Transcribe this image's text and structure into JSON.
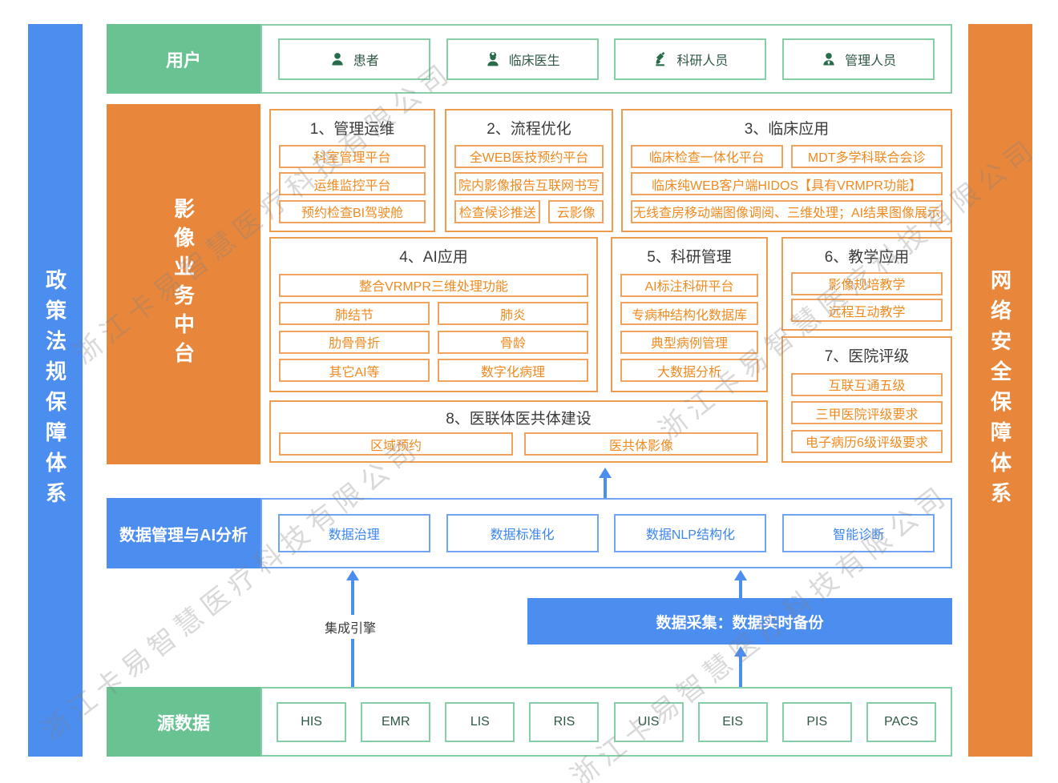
{
  "watermark": {
    "text": "浙江卡易智慧医疗科技有限公司"
  },
  "colors": {
    "green": "#68C291",
    "green_border": "#85CEA8",
    "green_dark": "#2E5744",
    "orange": "#E8873B",
    "orange_border": "#ED9C52",
    "orange_text": "#F08A1F",
    "blue": "#4C8DF0",
    "blue_border": "#6FA4F2",
    "blue_text": "#3D86EE",
    "title_text": "#3B3B3B"
  },
  "left_bar": {
    "label": "政策法规保障体系"
  },
  "right_bar": {
    "label": "网络安全保障体系"
  },
  "users_row": {
    "label": "用户",
    "items": [
      {
        "icon": "patient-icon",
        "label": "患者"
      },
      {
        "icon": "doctor-icon",
        "label": "临床医生"
      },
      {
        "icon": "microscope-icon",
        "label": "科研人员"
      },
      {
        "icon": "manager-icon",
        "label": "管理人员"
      }
    ]
  },
  "platform": {
    "label": "影像业务中台",
    "sections": {
      "s1": {
        "title": "1、管理运维",
        "items": [
          "科室管理平台",
          "运维监控平台",
          "预约检查BI驾驶舱"
        ]
      },
      "s2": {
        "title": "2、流程优化",
        "items": [
          "全WEB医技预约平台",
          "院内影像报告互联网书写",
          "检查候诊推送",
          "云影像"
        ]
      },
      "s3": {
        "title": "3、临床应用",
        "items": [
          "临床检查一体化平台",
          "MDT多学科联合会诊",
          "临床纯WEB客户端HIDOS【具有VRMPR功能】",
          "无线查房移动端图像调阅、三维处理；AI结果图像展示"
        ]
      },
      "s4": {
        "title": "4、AI应用",
        "items": [
          "整合VRMPR三维处理功能",
          "肺结节",
          "肺炎",
          "肋骨骨折",
          "骨龄",
          "其它AI等",
          "数字化病理"
        ]
      },
      "s5": {
        "title": "5、科研管理",
        "items": [
          "AI标注科研平台",
          "专病种结构化数据库",
          "典型病例管理",
          "大数据分析"
        ]
      },
      "s6": {
        "title": "6、教学应用",
        "items": [
          "影像规培教学",
          "远程互动教学"
        ]
      },
      "s7": {
        "title": "7、医院评级",
        "items": [
          "互联互通五级",
          "三甲医院评级要求",
          "电子病历6级评级要求"
        ]
      },
      "s8": {
        "title": "8、医联体医共体建设",
        "items": [
          "区域预约",
          "医共体影像"
        ]
      }
    }
  },
  "data_mgmt": {
    "label": "数据管理与AI分析",
    "items": [
      "数据治理",
      "数据标准化",
      "数据NLP结构化",
      "智能诊断"
    ]
  },
  "middle": {
    "integration_engine_label": "集成引擎",
    "data_collection_label": "数据采集：数据实时备份"
  },
  "source_row": {
    "label": "源数据",
    "items": [
      "HIS",
      "EMR",
      "LIS",
      "RIS",
      "UIS",
      "EIS",
      "PIS",
      "PACS"
    ]
  }
}
